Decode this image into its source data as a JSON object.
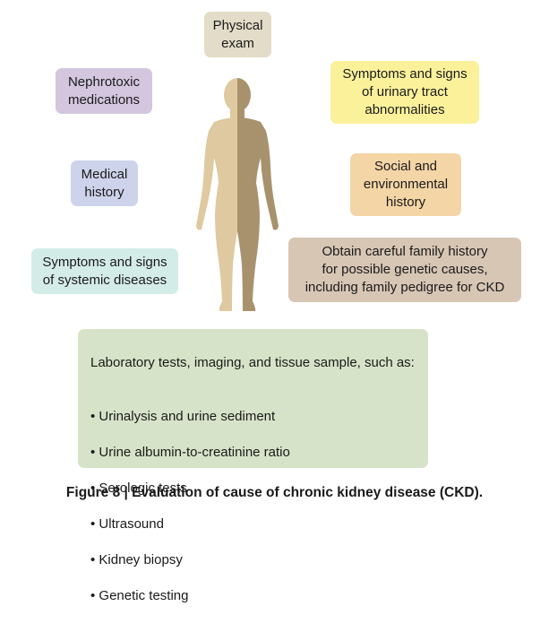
{
  "colors": {
    "physical": "#e3dcc8",
    "nephro": "#d3c6de",
    "urinary": "#fbf19b",
    "medical": "#cdd3ea",
    "social": "#f4d5a6",
    "systemic": "#d4ece8",
    "family": "#d8c6b5",
    "lab": "#d6e3c8",
    "body_light": "#dfc9a0",
    "body_dark": "#a8926e"
  },
  "boxes": {
    "physical": "Physical\nexam",
    "nephro": "Nephrotoxic\nmedications",
    "urinary": "Symptoms and signs\nof urinary tract\nabnormalities",
    "medical": "Medical\nhistory",
    "social": "Social and\nenvironmental\nhistory",
    "systemic": "Symptoms and signs\nof systemic diseases",
    "family": "Obtain careful family history\nfor possible genetic causes,\nincluding family pedigree for CKD"
  },
  "lab": {
    "title": "Laboratory tests, imaging, and tissue sample, such as:",
    "items": [
      "Urinalysis and urine sediment",
      "Urine albumin-to-creatinine ratio",
      "Serologic tests",
      "Ultrasound",
      "Kidney biopsy",
      "Genetic testing"
    ]
  },
  "caption": "Figure 8 | Evaluation of cause of chronic kidney disease (CKD)."
}
